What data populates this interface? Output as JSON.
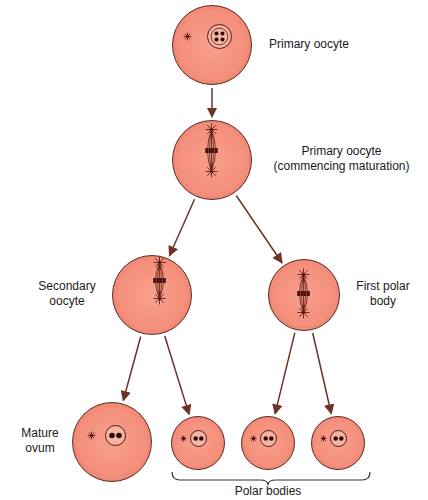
{
  "diagram": {
    "nodes": [
      {
        "text": [
          "Primary oocyte"
        ]
      },
      {
        "text": [
          "Primary oocyte (commencing maturation)"
        ]
      },
      {
        "text": [
          "Secondary oocyte"
        ]
      },
      {
        "text": [
          "First polar body"
        ]
      },
      {
        "text": [
          "Mature ovum"
        ]
      },
      {
        "text": []
      },
      {
        "text": []
      },
      {
        "text": []
      }
    ],
    "edges": [
      {
        "from": 0,
        "to": 1,
        "arrow": "to"
      },
      {
        "from": 1,
        "to": 2,
        "arrow": "to"
      },
      {
        "from": 1,
        "to": 3,
        "arrow": "to"
      },
      {
        "from": 2,
        "to": 4,
        "arrow": "to"
      },
      {
        "from": 2,
        "to": 5,
        "arrow": "to"
      },
      {
        "from": 3,
        "to": 6,
        "arrow": "to"
      },
      {
        "from": 3,
        "to": 7,
        "arrow": "to"
      }
    ],
    "labels": [
      "Polar bodies"
    ]
  }
}
